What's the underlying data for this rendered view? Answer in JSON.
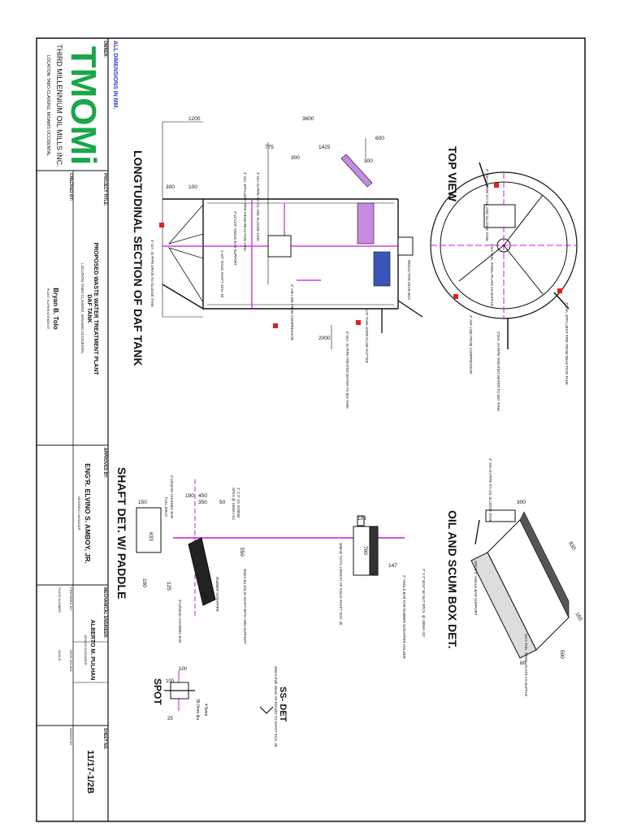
{
  "colors": {
    "brand_green": "#1aa64a",
    "pipe_magenta": "#c21fd8",
    "tank_highlight": "#c58be0",
    "blue_panel": "#3a56b8",
    "red_marker": "#e02020",
    "ink": "#111111"
  },
  "title_block": {
    "logo": "TMOMi",
    "company": "THIRD MILLENNIUM OIL MILLS INC.",
    "location": "LOCATION: TABO-CLAVERIZ, MISAMIS OCCIDENTAL",
    "owner_label": "OWNER:",
    "project_title_label": "PROJECT TITLE:",
    "project_title_1": "PROPOSED WASTE WATER TREATMENT PLANT",
    "project_title_2": "DAF TANK",
    "project_location": "LOCATION: TABO-CLAVERIZ, MISAMIS OCCIDENTAL",
    "checked_by_label": "CHECKED BY:",
    "checker_name": "Bryan B. Tolo",
    "checker_role": "PLANT SUPERINTENDENT",
    "approved_by_label": "APPROVED BY:",
    "approver_name": "ENG'R. ELVINO S. AMBOY, JR.",
    "approver_role": "RESIDENT MANAGER",
    "mech_engineer_label": "MECHANICAL ENGINEER:",
    "mech_engineer_name": "ALBERTO M. PULHAN",
    "mech_engineer_role": "DESIGN ENGINEER",
    "prepared_label": "PREPARED BY:",
    "sheet_no_label": "SHEET NO.",
    "sheet_no": "11/17-1/2B",
    "date_label": "DATE ISSUED:",
    "drawn_label": "DRAWN BY:",
    "plate_label": "PLATE NUMBER:",
    "scale_label": "SCALE:"
  },
  "header_note": "ALL DIMENSIONS IN MM.",
  "views": {
    "top_view": "TOP VIEW",
    "longitudinal": "LONGTUDINAL SECTION OF DAF TANK",
    "oil_scum": "OIL AND SCUM BOX DET.",
    "shaft": "SHAFT DET. W/ PADDLE",
    "ss_det": "SS- DET",
    "spot": "SPOT"
  },
  "top_view_notes": [
    "4\" DIA.GI PIPE TO OIL AND SLUDGE TANK",
    "3mm THK. STEEL PLATE AS BAFFLE",
    "2\" DIA. EFFLUENT PIPE FROM REACTION TANK",
    "2\" AIR LINE FROM COMPRESSOR",
    "2\"DIA. GI PIPE TREATED WATER TO BIO TANK"
  ],
  "long_dims": [
    "1200",
    "3600",
    "775",
    "1425",
    "600",
    "300",
    "300",
    "100",
    "300",
    "2000"
  ],
  "long_notes": [
    "4\" DIA.GI PIPE TO OIL AND SLUDGE TANK",
    "4\" DIA. EFFLUENT PIPE FROM REACTION TANK",
    "REDUCTION GEAR BOX",
    "1-1/2\" SOLID SHAFT SCH. 40",
    "2\" AIR LINE FROM COMPRESSOR",
    "4\" DIA. GI PIPE DRAIN TO SLUDGE TANK",
    "6\" DIA. GI PIPE TREATED WATER TO BIO TANK",
    "DAF TANK OVER FLOW GUTTER",
    "2\"x2\"x1/4\" ANGLE BAR SUPPORT"
  ],
  "oil_dims": [
    "300",
    "830",
    "160",
    "500",
    "80"
  ],
  "oil_notes": [
    "4\" DIA.GI PIPE TO OIL SLUDGE TANK",
    "3mm THK. STEEL PLATE AS BAFFLE",
    "SPCS-2\" ANGLE BAR SUPPORT"
  ],
  "shaft_dims": [
    "150",
    "190",
    "450",
    "350",
    "50",
    "103",
    "700",
    "147",
    "550",
    "700",
    "633",
    "100",
    "125"
  ],
  "shaft_notes": [
    "1\" X 2\" SS SCREW",
    "SPCS @ 150mm OC",
    "2\"x3/16mm CHANNEL BAR",
    "FULL WELD",
    "RUBBER SCRAPPER",
    "2\" X 2\" BOLT W/ NUT SPCS. @ 100mm OC",
    "2\" ANGLE BAR FOR RUBBER SCRAPPER HOLDER",
    "25mm dia SOLID SHAFT WITH ARM SUPPORT",
    "3\"x3/16mm CHANNEL BAR",
    "300mm TOTAL LENGTH OF SOLID SHAFT SCH. 40"
  ],
  "ss_note": "38mm shaft 20mm SS ROUND TO SHAFT SCH. 40",
  "spot_dims": [
    "100",
    "100",
    "25",
    "4.5mm",
    "38.0mm dia."
  ]
}
